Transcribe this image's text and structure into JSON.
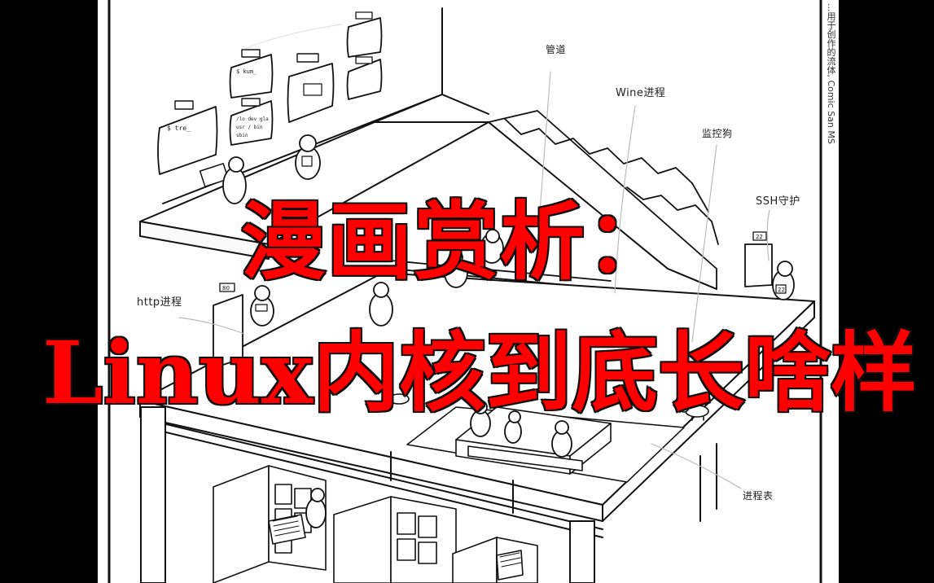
{
  "thumbnail": {
    "title_line_1": "漫画赏析：",
    "title_line_2_latin": "Linux",
    "title_line_2_cjk": "内核到底长啥样",
    "title_color": "#ff0000",
    "outline_color": "#111111"
  },
  "comic": {
    "side_credit": "...用于创作的流体, Comic San MS",
    "labels": {
      "pipe": "管道",
      "wine_process": "Wine进程",
      "watchdog": "监控狗",
      "ssh_daemon": "SSH守护",
      "http_process": "http进程",
      "process_table": "进程表"
    },
    "tty_screens": [
      {
        "name": "tty4",
        "text": "$ tre_"
      },
      {
        "name": "tty3",
        "text": "$ kum_"
      },
      {
        "name": "tty2",
        "text": "/lo dev gla usr / bin sbin"
      },
      {
        "name": "tty7",
        "text": ""
      },
      {
        "name": "tty5",
        "text": ""
      },
      {
        "name": "tty6",
        "text": ""
      }
    ],
    "door_numbers": {
      "http_door": "80",
      "ssh_door": "22",
      "ssh_penguin_badge": "22"
    }
  }
}
